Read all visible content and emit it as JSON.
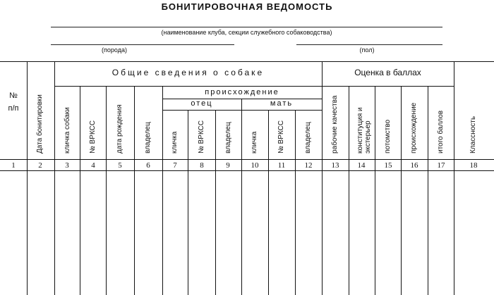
{
  "title": "БОНИТИРОВОЧНАЯ ВЕДОМОСТЬ",
  "captions": {
    "club": "(наименование клуба, секции служебного собаководства)",
    "breed": "(порода)",
    "sex": "(пол)"
  },
  "headers": {
    "num_sym": "№",
    "num_pp": "п/п",
    "date": "Дата бонитировки",
    "general": "Общие сведения о собаке",
    "name": "кличка собаки",
    "vrkss": "№ ВРКСС",
    "birth": "дата рождения",
    "owner": "владелец",
    "origin": "происхождение",
    "father": "отец",
    "mother": "мать",
    "f_name": "кличка",
    "f_vrkss": "№ ВРКСС",
    "f_owner": "владелец",
    "m_name": "кличка",
    "m_vrkss": "№ ВРКСС",
    "m_owner": "владелец",
    "score": "Оценка в баллах",
    "work": "рабочие качества",
    "constitution": "конституция и экстерьер",
    "offspring": "потомство",
    "pedigree": "происхождение",
    "total": "итого баллов",
    "class": "Классность"
  },
  "column_numbers": [
    "1",
    "2",
    "3",
    "4",
    "5",
    "6",
    "7",
    "8",
    "9",
    "10",
    "11",
    "12",
    "13",
    "14",
    "15",
    "16",
    "17",
    "18"
  ]
}
